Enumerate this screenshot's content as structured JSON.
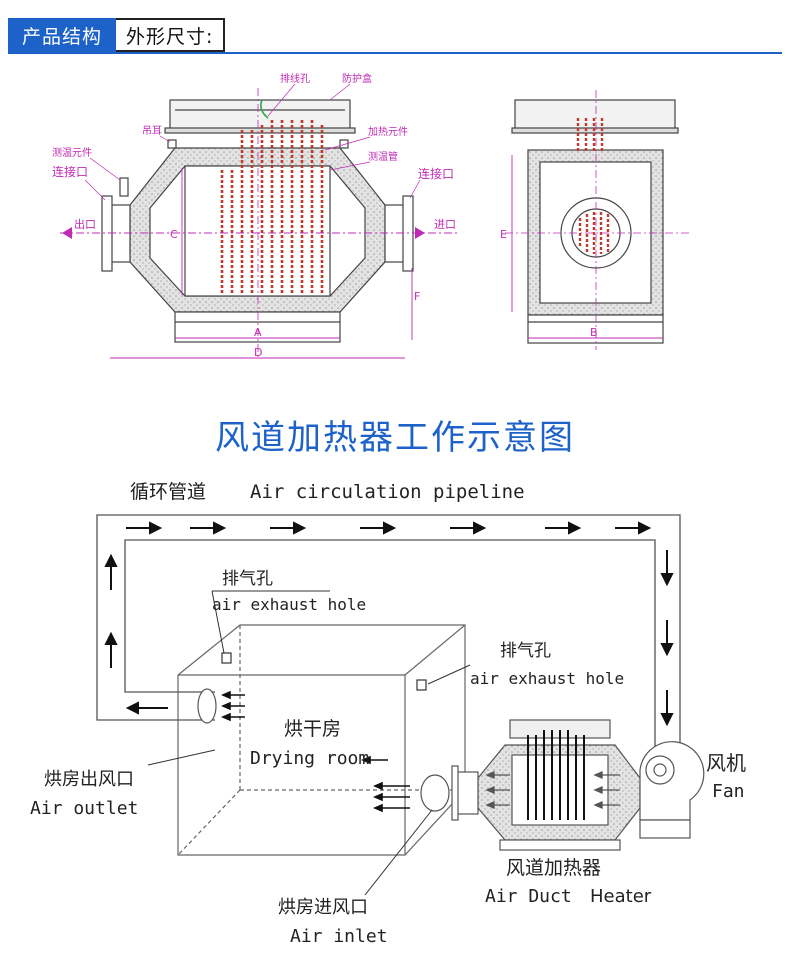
{
  "header": {
    "tab_active": "产品结构",
    "tab_inactive": "外形尺寸:"
  },
  "technical_drawing": {
    "labels": {
      "wire_hole": "排线孔",
      "protective_box": "防护盒",
      "lifting_lug": "吊耳",
      "heating_element": "加热元件",
      "temp_element": "测温元件",
      "temp_tube": "测温管",
      "connector_left": "连接口",
      "connector_right": "连接口",
      "outlet": "出口",
      "inlet": "进口"
    },
    "dimensions": {
      "a": "A",
      "b": "B",
      "c": "C",
      "d": "D",
      "e": "E",
      "f": "F"
    }
  },
  "flow_diagram": {
    "title": "风道加热器工作示意图",
    "pipeline_cn": "循环管道",
    "pipeline_en": "Air circulation pipeline",
    "exhaust1_cn": "排气孔",
    "exhaust1_en": "air exhaust hole",
    "exhaust2_cn": "排气孔",
    "exhaust2_en": "air exhaust hole",
    "room_cn": "烘干房",
    "room_en": "Drying room",
    "outlet_cn": "烘房出风口",
    "outlet_en": "Air outlet",
    "fan_cn": "风机",
    "fan_en": "Fan",
    "heater_cn": "风道加热器",
    "heater_en_1": "Air Duct",
    "heater_en_2": "Heater",
    "inlet_cn": "烘房进风口",
    "inlet_en": "Air inlet"
  },
  "colors": {
    "accent_blue": "#1d62c8",
    "heating_red": "#c0392b",
    "arrow_magenta": "#c12bb4",
    "insulation": "#e3e3e3"
  }
}
